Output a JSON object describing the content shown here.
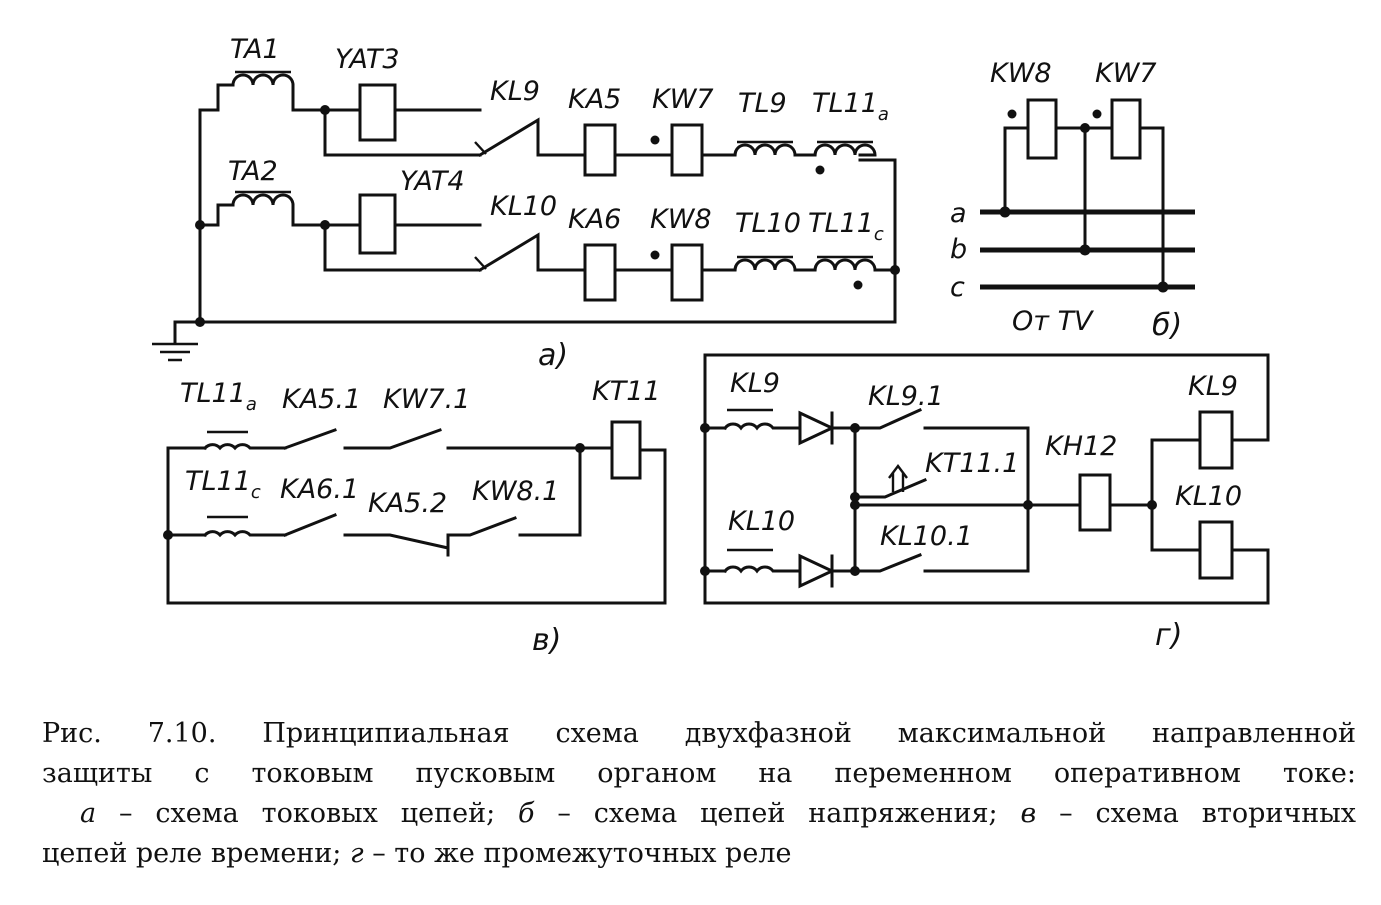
{
  "diagram": {
    "labels": {
      "TA1": "TA1",
      "YAT3": "YAT3",
      "TA2": "TA2",
      "YAT4": "YAT4",
      "KL9": "KL9",
      "KA5": "KA5",
      "KW7": "KW7",
      "TL9": "TL9",
      "TL11a": "TL11",
      "KL10": "KL10",
      "KA6": "KA6",
      "KW8": "KW8",
      "TL10": "TL10",
      "TL11c": "TL11",
      "sub_a": "a",
      "sub_c": "c",
      "b_KW8": "KW8",
      "b_KW7": "KW7",
      "phase_a": "a",
      "phase_b": "b",
      "phase_c": "c",
      "from_tv": "От TV",
      "v_TL11a": "TL11",
      "v_KA51": "KA5.1",
      "v_KW71": "KW7.1",
      "v_KT11": "KT11",
      "v_TL11c": "TL11",
      "v_KA61": "KA6.1",
      "v_KA52": "KA5.2",
      "v_KW81": "KW8.1",
      "g_KL9": "KL9",
      "g_KL91": "KL9.1",
      "g_KT111": "KT11.1",
      "g_KH12": "KH12",
      "g_KL9r": "KL9",
      "g_KL10": "KL10",
      "g_KL101": "KL10.1",
      "g_KL10r": "KL10"
    },
    "parts": {
      "a": "а)",
      "b": "б)",
      "v": "в)",
      "g": "г)"
    }
  },
  "caption": {
    "title_1": "Рис. 7.10. Принципиальная схема двухфазной максимальной направленной",
    "title_2": "защиты с токовым пусковым органом на переменном оперативном токе:",
    "key_a": "а",
    "text_a": " – схема токовых цепей; ",
    "key_b": "б",
    "text_b": " – схема цепей напряжения; ",
    "key_v": "в",
    "text_v": " – схема вторичных",
    "line4_start": "цепей реле времени; ",
    "key_g": "г",
    "text_g": " – то же промежуточных реле"
  }
}
